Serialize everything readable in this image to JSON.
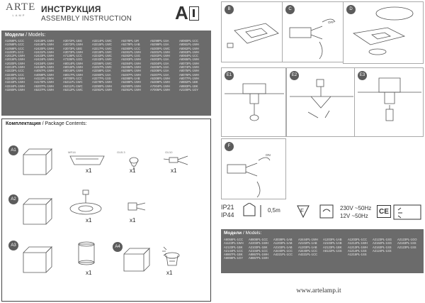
{
  "header": {
    "logo_main": "ARTE",
    "logo_sub": "LAMP",
    "title_ru": "ИНСТРУКЦИЯ",
    "title_en": "ASSEMBLY INSTRUCTION"
  },
  "models": {
    "label_ru": "Модели",
    "label_en": "/ Models:",
    "columns": [
      [
        "A1058PL-1CC",
        "A1058PL-1CC",
        "A1058PL-1CC",
        "A1100PL-1CC",
        "A2012PL-1WH",
        "A2016PL-1WH",
        "A2020PL-1WH",
        "A3213PL-1WH",
        "A3223PL-1CC",
        "A3240PL-1CC",
        "A3242PL-1WH",
        "A3243PL-1WH",
        "A3244PL-1WH",
        "A3260PL-1WH"
      ],
      [
        "A2418PL-1WH",
        "A2419PL-1WH",
        "A2420PL-1WH",
        "A2421PL-1WH",
        "A2423PL-1WH",
        "A2424PL-1WH",
        "A2434PL-1WH",
        "A2436PL-1WH",
        "A4057PL-1WH",
        "A4058PL-1WH",
        "A4112PL-1WH",
        "A4170PL-1WH",
        "A5207PL-1WH",
        "A5227PL-1WH"
      ],
      [
        "A3072PL-1BG",
        "A3072PL-1WH",
        "A3073PL-1BG",
        "A3073PL-1WH",
        "A7126PL-1CC",
        "A7326PL-1GG",
        "A8014PL-1WH",
        "A8015PL-1WH",
        "A8016PL-1WH",
        "A8017PL-1WH",
        "A8700PL-1CC",
        "A5211PL-1WC",
        "A5211PL-1WC",
        "A5212PL-1WC"
      ],
      [
        "A3214PL-1WC",
        "A3215PL-1WC",
        "A3217PL-1WC",
        "A3219PL-1WC",
        "A3242PL-1WC",
        "A3243PL-1WC",
        "A3256PL-1WC",
        "A3257PL-1WC",
        "A3258PL-1SA",
        "A3260PL-1SA",
        "A3277PL-1SS",
        "A3278PL-1WH",
        "A3290PL-1WH",
        "A3291PL-1WH"
      ],
      [
        "A5278PL-1IR",
        "A5279PL-1AB",
        "A5280PL-1CC",
        "A5281PL-1WH",
        "A5282PL-1SG",
        "A5283PL-1WH",
        "A5284PL-1WH",
        "A5285PL-1WH",
        "A5286PL-1WH",
        "A5287PL-1WH",
        "A5288PL-1AB",
        "A5289PL-1WH",
        "A5290PL-1WH",
        "A5291PL-1WH"
      ],
      [
        "A5298PL-1SA",
        "A5299PL-1SA",
        "A5300PL-1WC",
        "A5301PL-1WH",
        "A5302PL-1WH",
        "A5303PL-1SA",
        "A5304PL-1SA",
        "A5305PL-1SA",
        "A5306PL-1SA",
        "A5307PL-1SA",
        "A5308PL-1WH",
        "A5309PL-1WH",
        "A7004PL-1WH",
        "A7005PL-1WH"
      ],
      [
        "A8060PL-1CC",
        "A8061PL-1WH",
        "A8062PL-1WH",
        "A8063PL-1WH",
        "A8064PL-1CC",
        "A8065PL-1WH",
        "A8073PL-1WH",
        "A8074PL-1WH",
        "A8075PL-1WH",
        "A8076PL-1WH",
        "A8077PL-1WH",
        "A8882PL-1BK",
        "A8883PL-1BK",
        "A2100PL-1GY"
      ]
    ]
  },
  "kit": {
    "label_ru": "Комплектация",
    "label_en": "/ Package Contents:",
    "steps": [
      "A1",
      "A2",
      "A3",
      "A4"
    ],
    "quantity": "x1",
    "parts": [
      "MR16",
      "GU5.3",
      "GU10"
    ]
  },
  "steps": [
    "B",
    "C",
    "D",
    "E1",
    "E2",
    "E3",
    "F"
  ],
  "annotations": {
    "off": "OFF",
    "on": "ON"
  },
  "specs": {
    "ip_top": "IP21",
    "ip_bottom": "IP44",
    "distance": "0,5m",
    "voltage_top": "230V ~50Hz",
    "voltage_bottom": "12V ~50Hz",
    "ce_mark": "CE"
  },
  "models2": {
    "label_ru": "Модели",
    "label_en": "/ Models:",
    "columns": [
      [
        "A8058PL-1CC",
        "A1123PL-1WH",
        "A2123PL-1BK",
        "A2144PL-1CC",
        "A8867PL-1BK",
        "A8898PL-1GY"
      ],
      [
        "A8808PL-1CC",
        "A2203PL-1WH",
        "A2103PL-1BK",
        "A2104PL-1CC",
        "A8867PL-1WH",
        "A8867PL-1WH"
      ],
      [
        "A3038PL-1AB",
        "A1203PL-1AB",
        "A2103PL-1AB",
        "A3440PL-1CC",
        "A4221PL-1CC"
      ],
      [
        "A3444PL-1WH",
        "A2102PL-1AB",
        "A1203PL-1AB",
        "A3440PL-1CC",
        "A4221PL-1CC"
      ],
      [
        "A1203PL-1AB",
        "A2103PL-1AB",
        "A2123PL-1BK",
        "A8122PL-1SS"
      ],
      [
        "A1203PL-1CC",
        "A1212PL-1WH",
        "A1213PL-1WH",
        "A1214PL-1SS",
        "A1215PL-1SS"
      ],
      [
        "A2123PL-1SG",
        "A2162PL-1SG",
        "A2163PL-1SS",
        "A2124PL-1SS"
      ],
      [
        "A2123PL-1GO",
        "A2163PL-1SS",
        "A2123PL-1SS"
      ]
    ]
  },
  "footer": {
    "website": "www.artelamp.it"
  },
  "colors": {
    "panel": "#6b6b6b",
    "badge": "#5c5c5c",
    "watermark": "#f3c4c4"
  }
}
